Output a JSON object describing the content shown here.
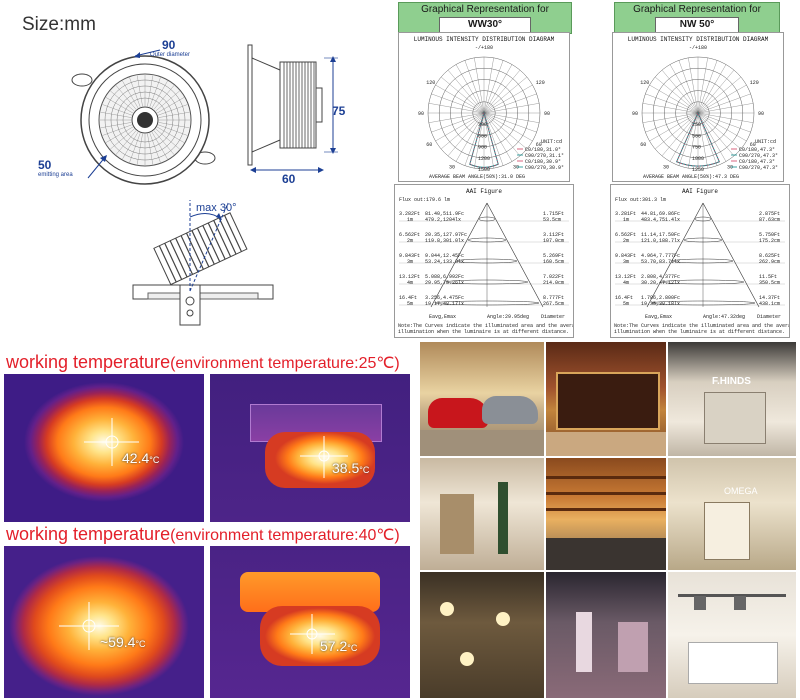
{
  "size_label": "Size:mm",
  "dimensions": {
    "outer_diameter_value": "90",
    "outer_diameter_label": "Outer diameter",
    "emitting_area_value": "50",
    "emitting_area_label": "emitting area",
    "height": "75",
    "depth": "60",
    "tilt": "max 30°"
  },
  "photometric": [
    {
      "header": "Graphical Representation for",
      "beam": "WW30°",
      "polar_title": "LUMINOUS INTENSITY DISTRIBUTION DIAGRAM",
      "polar_top": "-/+180",
      "polar_ticks": [
        "120",
        "90",
        "60",
        "30",
        "0",
        "30",
        "60",
        "90",
        "120"
      ],
      "polar_rings": [
        "300",
        "600",
        "900",
        "1200",
        "1500"
      ],
      "unit": "UNIT:cd",
      "legend": [
        "C0/180,31.0°",
        "C90/270,31.1°",
        "C0/180,30.9°",
        "C90/270,30.9°"
      ],
      "beam_angle": "AVERAGE  BEAM  ANGLE(50%):31.0  DEG",
      "aai_title": "AAI  Figure",
      "flux": "Flux out:179.6 lm",
      "aai_left_top": [
        "3.282Ft",
        "6.562Ft",
        "9.843Ft",
        "13.12Ft",
        "16.4Ft"
      ],
      "aai_left_bottom": [
        "1m",
        "2m",
        "3m",
        "4m",
        "5m"
      ],
      "aai_center_top": [
        "81.40,511.9Fc",
        "20.35,127.97Fc",
        "9.044,12.45Fc",
        "5.088,6.992Fc",
        "3.256,4.475Fc"
      ],
      "aai_center_bottom": [
        "479.2,1204lx",
        "119.8,301.0lx",
        "53.24,133.8lx",
        "29.95,75.26lx",
        "19.17,48.17lx"
      ],
      "aai_right_top": [
        "1.715Ft",
        "3.112Ft",
        "5.269Ft",
        "7.022Ft",
        "8.777Ft"
      ],
      "aai_right_bottom": [
        "53.5cm",
        "107.0cm",
        "160.5cm",
        "214.0cm",
        "267.5cm"
      ],
      "aai_foot_left": "Eavg,Emax",
      "aai_foot_mid": "Angle:29.95deg",
      "aai_foot_right": "Diameter",
      "note": "Note:The Curves indicate the illuminated area and the average illumination when the luminaire is at different distance."
    },
    {
      "header": "Graphical Representation for",
      "beam": "NW 50°",
      "polar_title": "LUMINOUS INTENSITY DISTRIBUTION DIAGRAM",
      "polar_top": "-/+180",
      "polar_ticks": [
        "120",
        "90",
        "60",
        "30",
        "0",
        "30",
        "60",
        "90",
        "120"
      ],
      "polar_rings": [
        "250",
        "500",
        "750",
        "1000",
        "1250"
      ],
      "unit": "UNIT:cd",
      "legend": [
        "C0/180,47.3°",
        "C90/270,47.3°",
        "C0/180,47.3°",
        "C90/270,47.3°"
      ],
      "beam_angle": "AVERAGE  BEAM  ANGLE(50%):47.3  DEG",
      "aai_title": "AAI  Figure",
      "flux": "Flux out:301.3 lm",
      "aai_left_top": [
        "3.281Ft",
        "6.562Ft",
        "9.843Ft",
        "13.12Ft",
        "16.4Ft"
      ],
      "aai_left_bottom": [
        "1m",
        "2m",
        "3m",
        "4m",
        "5m"
      ],
      "aai_center_top": [
        "44.81,69.86Fc",
        "11.14,17.50Fc",
        "4.964,7.777Fc",
        "2.808,4.377Fc",
        "1.786,2.800Fc"
      ],
      "aai_center_bottom": [
        "483.4,751.4lx",
        "121.0,188.7lx",
        "53.70,83.71lx",
        "30.20,47.12lx",
        "19.35,30.18lx"
      ],
      "aai_right_top": [
        "2.875Ft",
        "5.750Ft",
        "8.625Ft",
        "11.5Ft",
        "14.37Ft"
      ],
      "aai_right_bottom": [
        "87.63cm",
        "175.2cm",
        "262.9cm",
        "350.5cm",
        "438.1cm"
      ],
      "aai_foot_left": "Eavg,Emax",
      "aai_foot_mid": "Angle:47.32deg",
      "aai_foot_right": "Diameter",
      "note": "Note:The Curves indicate the illuminated area and the average illumination when the luminaire is at different distance."
    }
  ],
  "working_temp": [
    {
      "prefix": "working temperature",
      "suffix": "(environment temperature:25℃)"
    },
    {
      "prefix": "working temperature",
      "suffix": "(environment temperature:40℃)"
    }
  ],
  "thermal": [
    {
      "reading": "42.4",
      "unit": "°C"
    },
    {
      "reading": "38.5",
      "unit": "°C"
    },
    {
      "reading": "~59.4",
      "unit": "°C"
    },
    {
      "reading": "57.2",
      "unit": "°C"
    }
  ],
  "photos": [
    {
      "name": "photo-car-showroom",
      "caption": ""
    },
    {
      "name": "photo-retail-store",
      "caption": ""
    },
    {
      "name": "photo-mall-corridor",
      "caption": "F.HINDS"
    },
    {
      "name": "photo-shop-interior",
      "caption": ""
    },
    {
      "name": "photo-wooden-ceiling-hall",
      "caption": ""
    },
    {
      "name": "photo-watch-store",
      "caption": "OMEGA"
    },
    {
      "name": "photo-ceiling-downlights",
      "caption": ""
    },
    {
      "name": "photo-boutique",
      "caption": ""
    },
    {
      "name": "photo-track-lights",
      "caption": ""
    }
  ],
  "colors": {
    "dimension_blue": "#1c3f94",
    "header_green": "#8fcf8f",
    "temperature_red": "#e3202a"
  }
}
